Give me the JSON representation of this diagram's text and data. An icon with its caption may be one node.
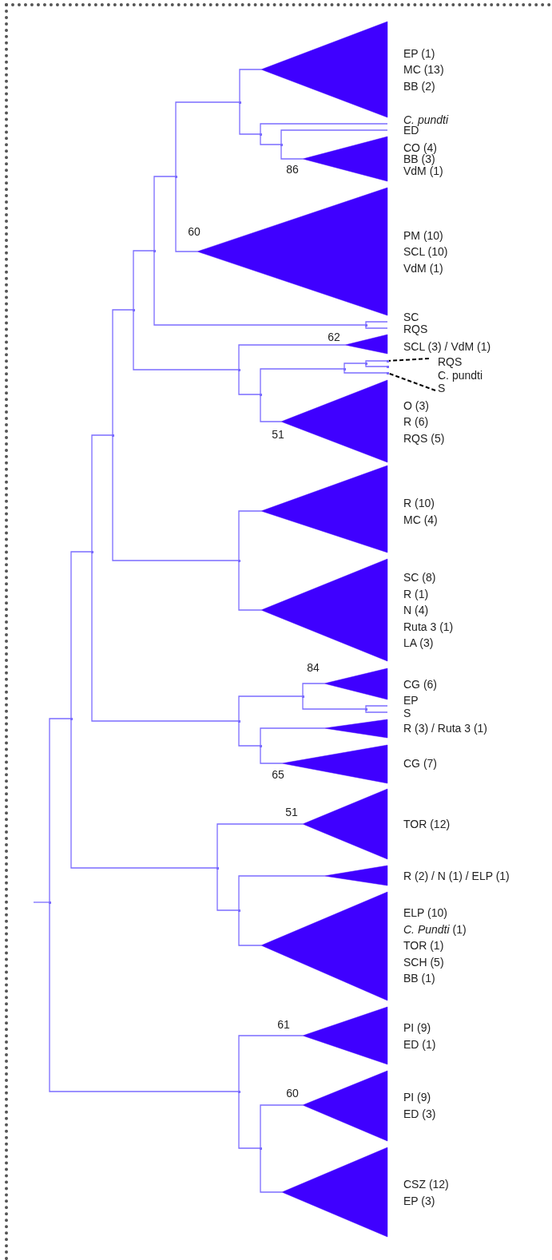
{
  "diagram": {
    "nodes": [
      {
        "text": [],
        "shape": "triangle",
        "beside": [
          "EP (1)",
          "MC (13)",
          "BB (2)"
        ]
      },
      {
        "text": [
          "*C. pundti*"
        ]
      },
      {
        "text": [
          "ED"
        ]
      },
      {
        "text": [],
        "shape": "triangle",
        "beside": [
          "CO (4)",
          "BB (3)",
          "VdM (1)"
        ]
      },
      {
        "text": [],
        "shape": "triangle",
        "beside": [
          "PM (10)",
          "SCL (10)",
          "VdM (1)"
        ]
      },
      {
        "text": [
          "SC"
        ]
      },
      {
        "text": [
          "RQS"
        ]
      },
      {
        "text": [],
        "shape": "triangle"
      },
      {
        "text": [
          "RQS"
        ]
      },
      {
        "text": [
          "S"
        ]
      },
      {
        "text": [],
        "shape": "triangle",
        "beside": [
          "O (3)",
          "R (6)",
          "RQS (5)"
        ]
      },
      {
        "text": [],
        "shape": "triangle",
        "beside": [
          "R (10)",
          "MC (4)"
        ]
      },
      {
        "text": [],
        "shape": "triangle",
        "beside": [
          "SC (8)",
          "R (1)",
          "N (4)",
          "Ruta 3 (1)",
          "LA (3)"
        ]
      },
      {
        "text": [],
        "shape": "triangle"
      },
      {
        "text": [
          "EP"
        ]
      },
      {
        "text": [
          "S"
        ]
      },
      {
        "text": [],
        "shape": "triangle"
      },
      {
        "text": [],
        "shape": "triangle",
        "beside": [
          "CG (7)"
        ]
      },
      {
        "text": [],
        "shape": "triangle",
        "beside": [
          "TOR (12)"
        ]
      },
      {
        "text": [],
        "shape": "triangle",
        "beside": [
          "R (2) / N (1) / ELP (1)"
        ]
      },
      {
        "text": [],
        "shape": "triangle",
        "beside": [
          "ELP (10)",
          "*C. Pundti* (1)",
          "TOR (1)",
          "SCH (5)",
          "BB (1)"
        ]
      },
      {
        "text": [],
        "shape": "triangle",
        "beside": [
          "PI (9)",
          "ED (1)"
        ]
      },
      {
        "text": [],
        "shape": "triangle",
        "beside": [
          "PI (9)",
          "ED (3)"
        ]
      },
      {
        "text": [],
        "shape": "triangle",
        "beside": [
          "CSZ (12)",
          "EP (3)"
        ]
      },
      {
        "text": [],
        "shape": "point"
      },
      {
        "text": [],
        "shape": "point"
      },
      {
        "text": [],
        "shape": "point"
      },
      {
        "text": [],
        "shape": "point"
      },
      {
        "text": [],
        "shape": "point"
      },
      {
        "text": [],
        "shape": "point"
      },
      {
        "text": [],
        "shape": "point"
      },
      {
        "text": [],
        "shape": "point"
      },
      {
        "text": [],
        "shape": "point"
      },
      {
        "text": [],
        "shape": "point"
      },
      {
        "text": [],
        "shape": "point"
      },
      {
        "text": [],
        "shape": "point"
      },
      {
        "text": [],
        "shape": "point"
      },
      {
        "text": [],
        "shape": "point"
      },
      {
        "text": [],
        "shape": "point"
      },
      {
        "text": [],
        "shape": "point"
      },
      {
        "text": [],
        "shape": "point"
      },
      {
        "text": [],
        "shape": "point"
      },
      {
        "text": [],
        "shape": "point"
      },
      {
        "text": [],
        "shape": "point"
      },
      {
        "text": [],
        "shape": "point"
      },
      {
        "text": [],
        "shape": "point"
      },
      {
        "text": [],
        "shape": "point"
      },
      {
        "text": [],
        "shape": "point"
      },
      {
        "text": [],
        "shape": "point"
      },
      {
        "text": [],
        "shape": "point"
      },
      {
        "text": [],
        "shape": "point"
      }
    ],
    "edges": [
      {
        "from": 24,
        "to": 2,
        "arrow": "none"
      },
      {
        "from": 24,
        "to": 3,
        "arrow": "none"
      },
      {
        "from": 25,
        "to": 1,
        "arrow": "none"
      },
      {
        "from": 25,
        "to": 24,
        "arrow": "none"
      },
      {
        "from": 26,
        "to": 0,
        "arrow": "none"
      },
      {
        "from": 26,
        "to": 25,
        "arrow": "none"
      },
      {
        "from": 27,
        "to": 26,
        "arrow": "none"
      },
      {
        "from": 27,
        "to": 4,
        "arrow": "none"
      },
      {
        "from": 28,
        "to": 5,
        "arrow": "none"
      },
      {
        "from": 28,
        "to": 6,
        "arrow": "none"
      },
      {
        "from": 29,
        "to": 27,
        "arrow": "none"
      },
      {
        "from": 29,
        "to": 28,
        "arrow": "none"
      },
      {
        "from": 30,
        "to": 48,
        "arrow": "none"
      },
      {
        "from": 30,
        "to": 49,
        "arrow": "none"
      },
      {
        "from": 31,
        "to": 30,
        "arrow": "none"
      },
      {
        "from": 31,
        "to": 50,
        "arrow": "none"
      },
      {
        "from": 32,
        "to": 31,
        "arrow": "none"
      },
      {
        "from": 32,
        "to": 10,
        "arrow": "none"
      },
      {
        "from": 33,
        "to": 7,
        "arrow": "none"
      },
      {
        "from": 33,
        "to": 32,
        "arrow": "none"
      },
      {
        "from": 34,
        "to": 29,
        "arrow": "none"
      },
      {
        "from": 34,
        "to": 33,
        "arrow": "none"
      },
      {
        "from": 35,
        "to": 11,
        "arrow": "none"
      },
      {
        "from": 35,
        "to": 12,
        "arrow": "none"
      },
      {
        "from": 36,
        "to": 34,
        "arrow": "none"
      },
      {
        "from": 36,
        "to": 35,
        "arrow": "none"
      },
      {
        "from": 37,
        "to": 13,
        "arrow": "none"
      },
      {
        "from": 37,
        "to": 38,
        "arrow": "none"
      },
      {
        "from": 38,
        "to": 14,
        "arrow": "none"
      },
      {
        "from": 38,
        "to": 15,
        "arrow": "none"
      },
      {
        "from": 39,
        "to": 16,
        "arrow": "none"
      },
      {
        "from": 39,
        "to": 17,
        "arrow": "none"
      },
      {
        "from": 40,
        "to": 37,
        "arrow": "none"
      },
      {
        "from": 40,
        "to": 39,
        "arrow": "none"
      },
      {
        "from": 41,
        "to": 36,
        "arrow": "none"
      },
      {
        "from": 41,
        "to": 40,
        "arrow": "none"
      },
      {
        "from": 42,
        "to": 19,
        "arrow": "none"
      },
      {
        "from": 42,
        "to": 20,
        "arrow": "none"
      },
      {
        "from": 43,
        "to": 18,
        "arrow": "none"
      },
      {
        "from": 43,
        "to": 42,
        "arrow": "none"
      },
      {
        "from": 44,
        "to": 41,
        "arrow": "none"
      },
      {
        "from": 44,
        "to": 43,
        "arrow": "none"
      },
      {
        "from": 45,
        "to": 22,
        "arrow": "none"
      },
      {
        "from": 45,
        "to": 23,
        "arrow": "none"
      },
      {
        "from": 46,
        "to": 21,
        "arrow": "none"
      },
      {
        "from": 46,
        "to": 45,
        "arrow": "none"
      },
      {
        "from": 47,
        "to": 44,
        "arrow": "none"
      },
      {
        "from": 47,
        "to": 46,
        "arrow": "none"
      },
      {
        "from": null,
        "to": 47,
        "arrow": "none"
      },
      {
        "from": 8,
        "to": 48,
        "arrow": "none",
        "style": "dashed",
        "color": "#000000"
      },
      {
        "from": 9,
        "to": 50,
        "arrow": "none",
        "style": "dashed",
        "color": "#000000"
      }
    ],
    "labels": [
      "86",
      "60",
      "62",
      "SCL (3) / VdM (1)",
      "C. pundti",
      "51",
      "84",
      "CG (6)",
      "R (3) / Ruta 3 (1)",
      "65",
      "51",
      "61",
      "60"
    ]
  }
}
